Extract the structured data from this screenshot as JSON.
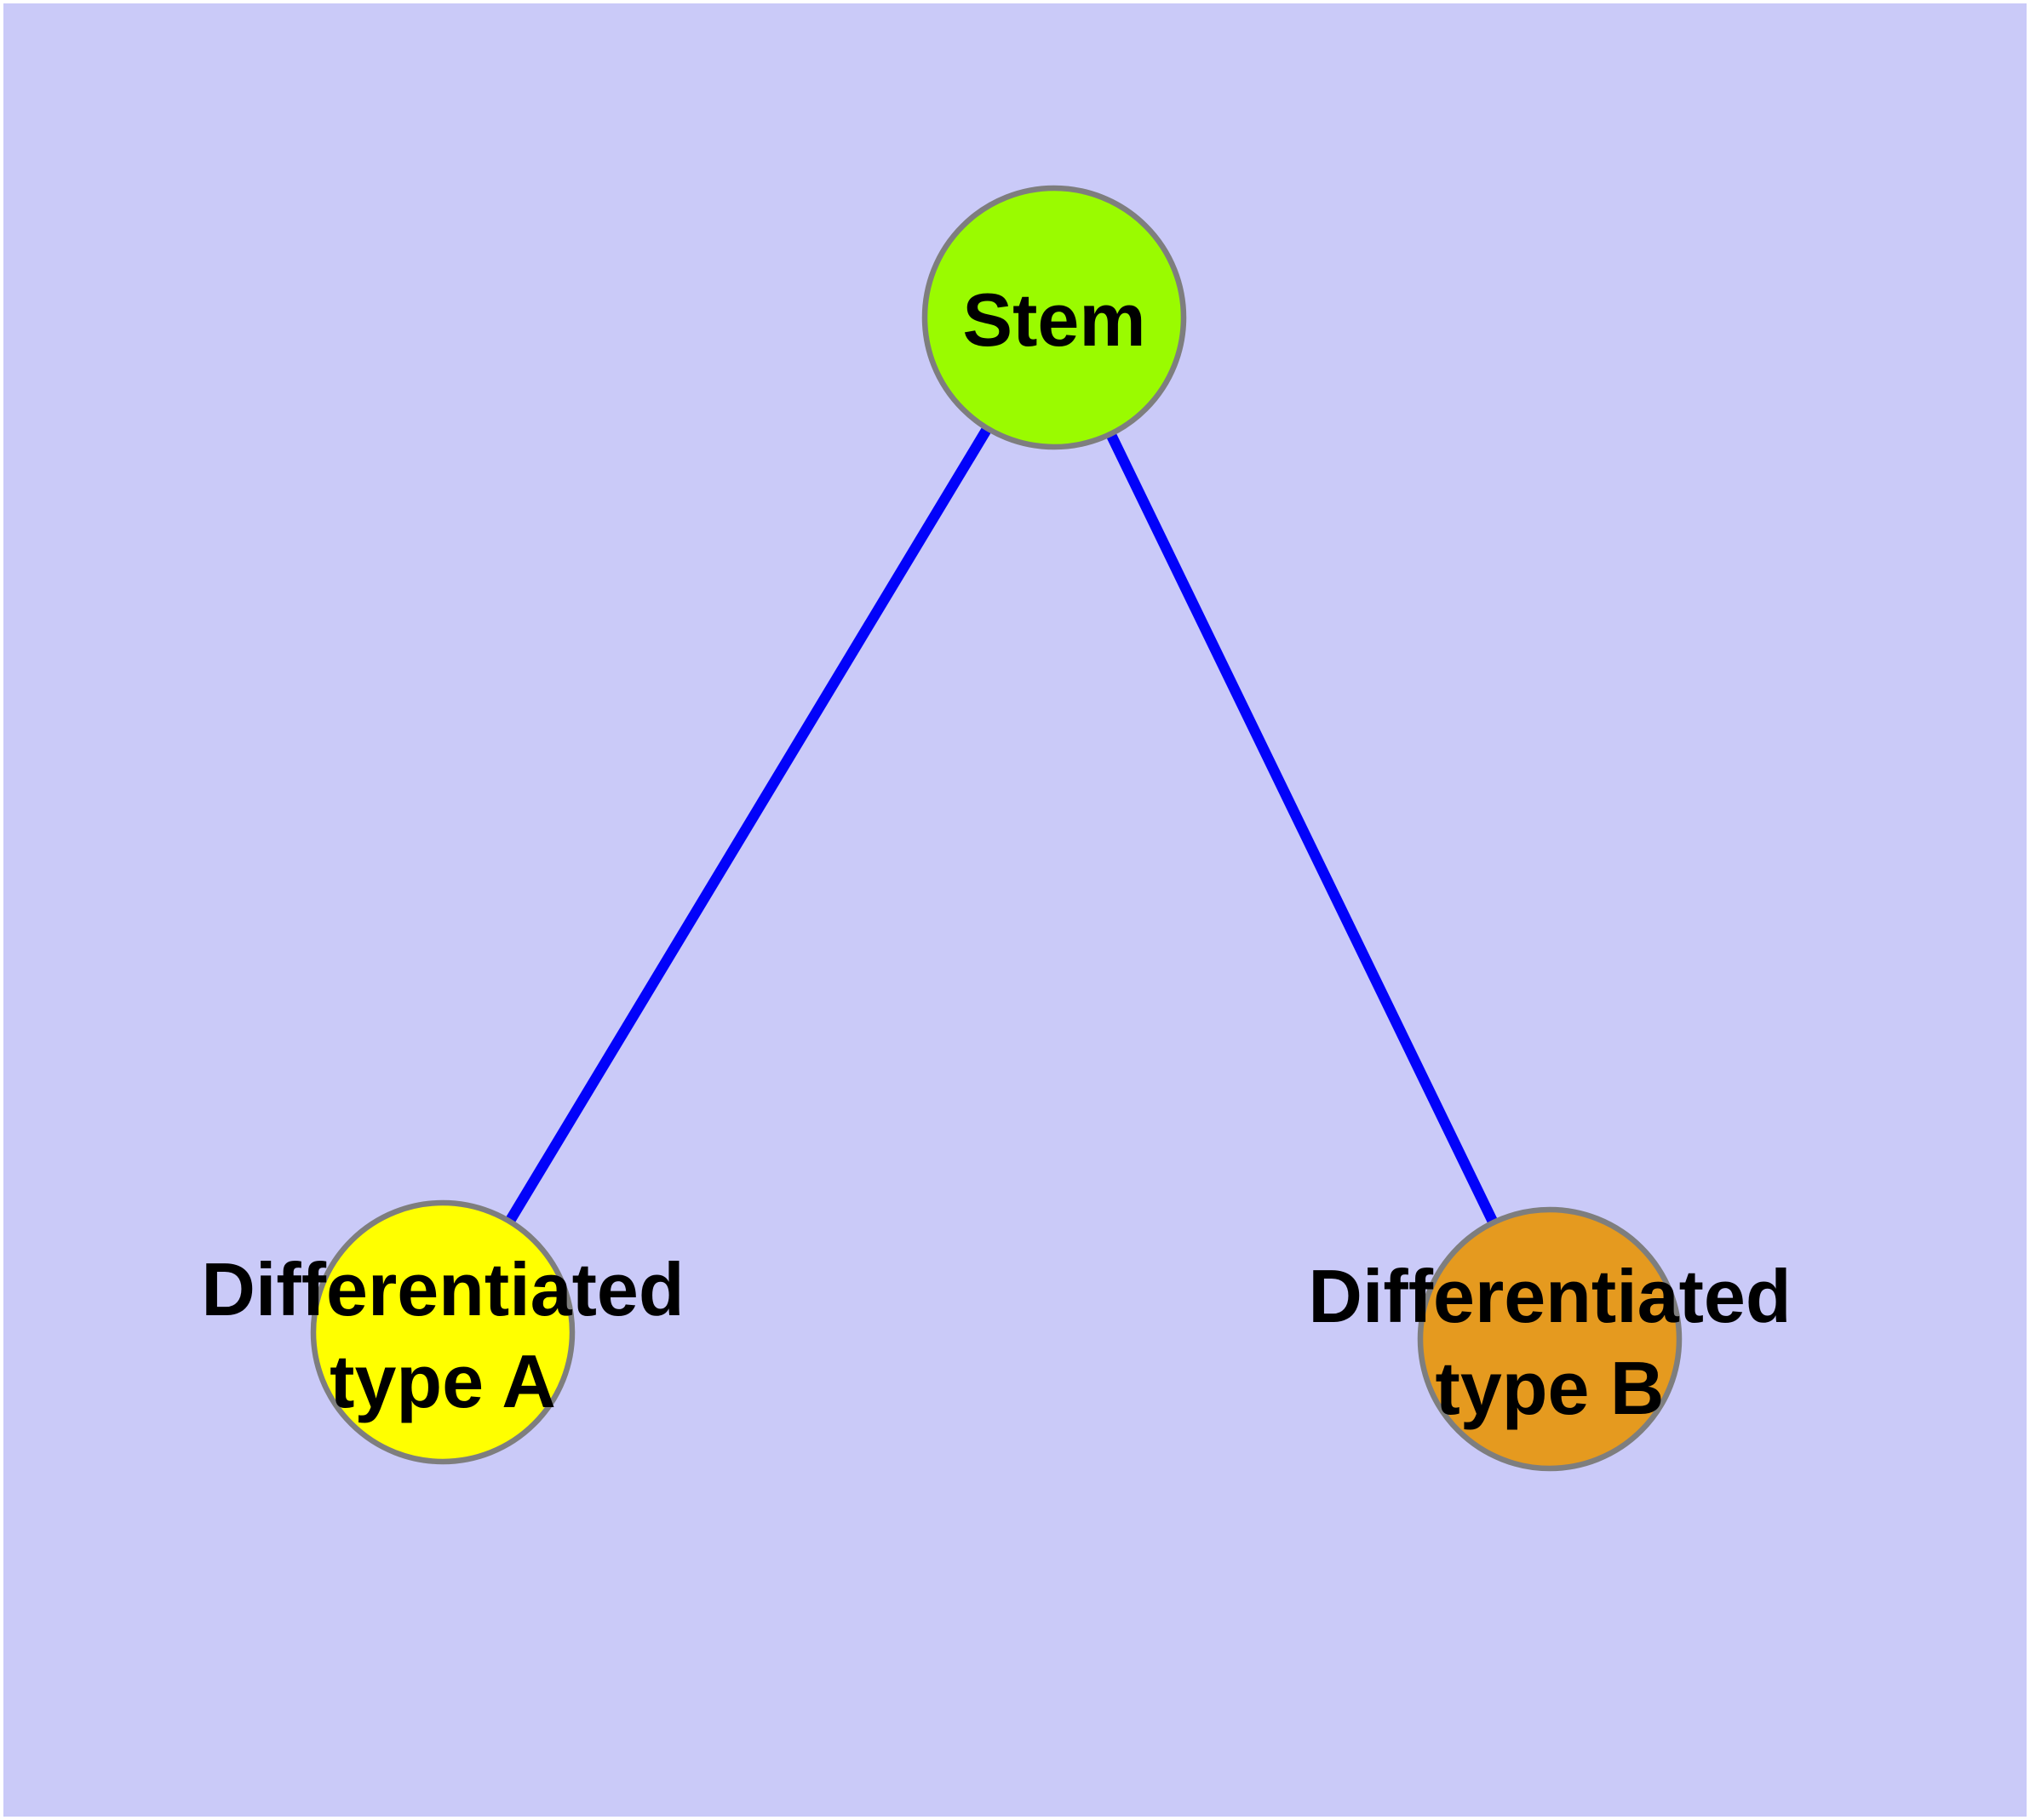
{
  "diagram": {
    "kind": "node-link graph, undirected tree, no arrowheads",
    "page_color": "#FFFFFF",
    "background_color": "#CACAF8",
    "edge_color": "#0202FA",
    "node_border_color": "#7E7E7E",
    "label_color": "#000000",
    "nodes": {
      "stem": {
        "label": "Stem",
        "fill": "#9AFB00"
      },
      "type_a": {
        "label": "Differentiated type A",
        "line1": "Differentiated",
        "line2": "type A",
        "fill": "#FFFF00"
      },
      "type_b": {
        "label": "Differentiated type B",
        "line1": "Differentiated",
        "line2": "type B",
        "fill": "#E59A1F"
      }
    },
    "edges": [
      {
        "from": "Stem",
        "to": "Differentiated type A"
      },
      {
        "from": "Stem",
        "to": "Differentiated type B"
      }
    ]
  }
}
